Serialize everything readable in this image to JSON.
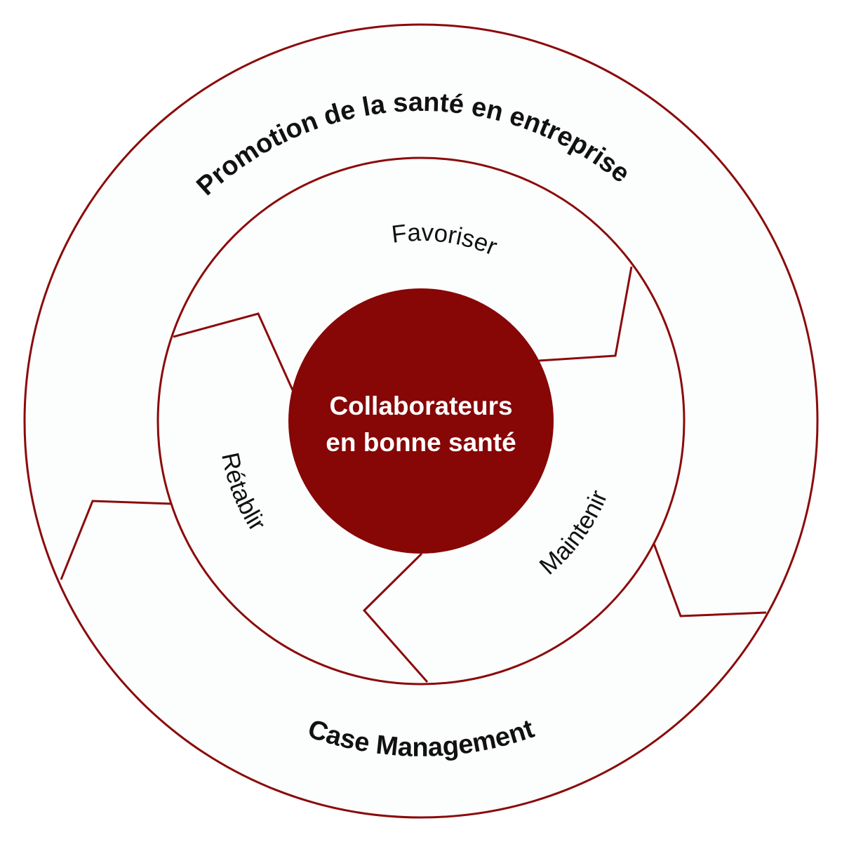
{
  "colors": {
    "accent": "#8b0a0a",
    "core_fill": "#870606",
    "background": "#ffffff",
    "ring_fill": "#fcfdfd"
  },
  "outer_ring": {
    "top_label": "Promotion de la santé en entreprise",
    "bottom_label": "Case Management"
  },
  "inner_ring": {
    "segments": [
      {
        "label": "Favoriser"
      },
      {
        "label": "Maintenir"
      },
      {
        "label": "Rétablir"
      }
    ]
  },
  "core": {
    "line1": "Collaborateurs",
    "line2": "en bonne santé"
  }
}
